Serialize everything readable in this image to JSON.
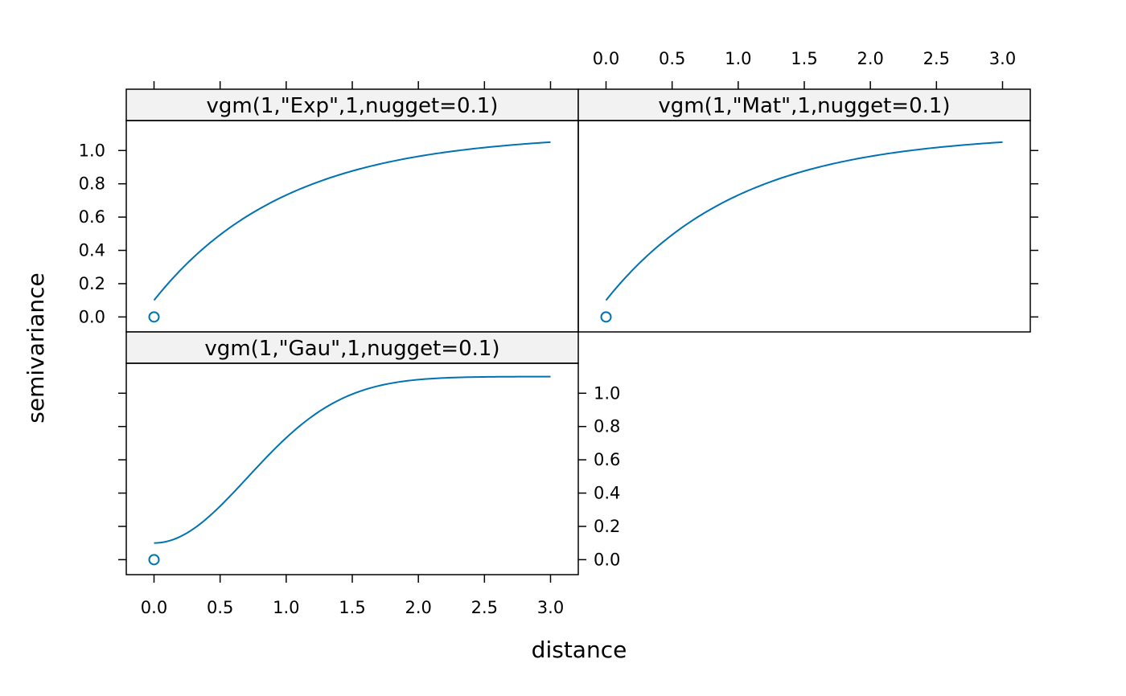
{
  "chart_data": {
    "type": "line",
    "layout": "lattice 2x2 panels, bottom-right empty",
    "xlabel": "distance",
    "ylabel": "semivariance",
    "xlim": [
      -0.21,
      3.21
    ],
    "ylim": [
      -0.09,
      1.18
    ],
    "x_ticks": [
      "0.0",
      "0.5",
      "1.0",
      "1.5",
      "2.0",
      "2.5",
      "3.0"
    ],
    "y_ticks": [
      "0.0",
      "0.2",
      "0.4",
      "0.6",
      "0.8",
      "1.0"
    ],
    "colors": {
      "series": "#0072b2",
      "strip_fill": "#f2f2f2",
      "frame": "#000000"
    },
    "panels": [
      {
        "title": "vgm(1,\"Exp\",1,nugget=0.1)",
        "model": "Exp",
        "nugget": 0.1,
        "psill": 1,
        "range": 1,
        "position": "top-left"
      },
      {
        "title": "vgm(1,\"Mat\",1,nugget=0.1)",
        "model": "Mat",
        "nugget": 0.1,
        "psill": 1,
        "range": 1,
        "position": "top-right"
      },
      {
        "title": "vgm(1,\"Gau\",1,nugget=0.1)",
        "model": "Gau",
        "nugget": 0.1,
        "psill": 1,
        "range": 1,
        "position": "bottom-left"
      }
    ],
    "marker": {
      "x": 0,
      "y": 0,
      "shape": "open-circle"
    }
  }
}
